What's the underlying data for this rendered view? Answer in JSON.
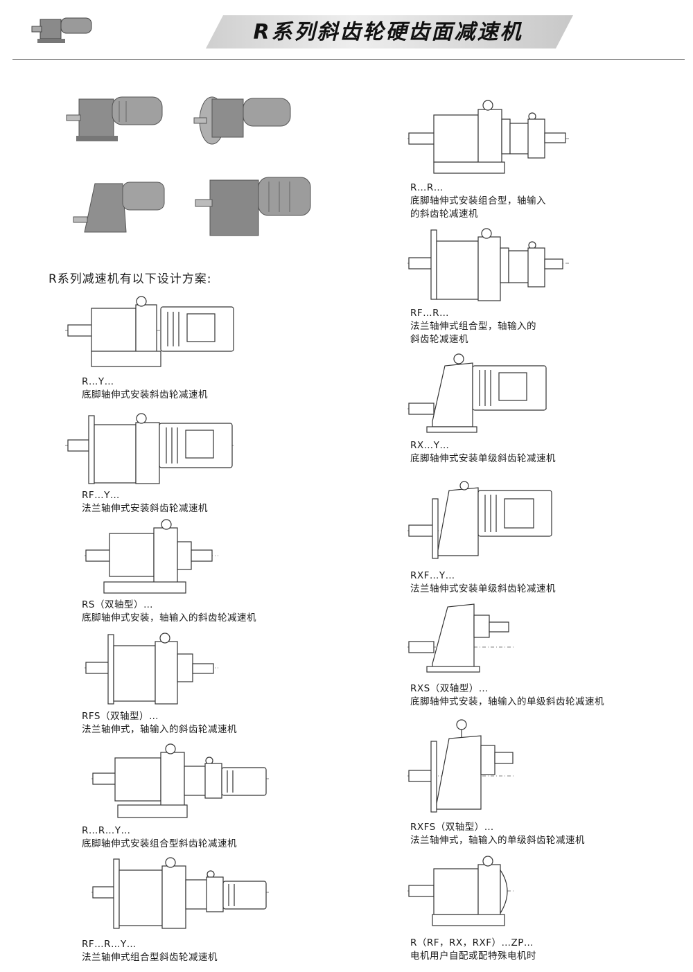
{
  "header": {
    "title": "R系列斜齿轮硬齿面减速机"
  },
  "intro": "R系列减速机有以下设计方案:",
  "left_items": [
    {
      "code": "R…Y…",
      "desc": [
        "底脚轴伸式安装斜齿轮减速机"
      ]
    },
    {
      "code": "RF…Y…",
      "desc": [
        "法兰轴伸式安装斜齿轮减速机"
      ]
    },
    {
      "code": "RS（双轴型）…",
      "desc": [
        "底脚轴伸式安装，轴输入的斜齿轮减速机"
      ]
    },
    {
      "code": "RFS（双轴型）…",
      "desc": [
        "法兰轴伸式，轴输入的斜齿轮减速机"
      ]
    },
    {
      "code": "R…R…Y…",
      "desc": [
        "底脚轴伸式安装组合型斜齿轮减速机"
      ]
    },
    {
      "code": "RF…R…Y…",
      "desc": [
        "法兰轴伸式组合型斜齿轮减速机"
      ]
    }
  ],
  "right_items": [
    {
      "code": "R…R…",
      "desc": [
        "底脚轴伸式安装组合型，轴输入",
        "的斜齿轮减速机"
      ]
    },
    {
      "code": "RF…R…",
      "desc": [
        "法兰轴伸式组合型，轴输入的",
        "斜齿轮减速机"
      ]
    },
    {
      "code": "RX…Y…",
      "desc": [
        "底脚轴伸式安装单级斜齿轮减速机"
      ]
    },
    {
      "code": "RXF…Y…",
      "desc": [
        "法兰轴伸式安装单级斜齿轮减速机"
      ]
    },
    {
      "code": "RXS（双轴型）…",
      "desc": [
        "底脚轴伸式安装，轴输入的单级斜齿轮减速机"
      ]
    },
    {
      "code": "RXFS（双轴型）…",
      "desc": [
        "法兰轴伸式，轴输入的单级斜齿轮减速机"
      ]
    },
    {
      "code": "R（RF，RX，RXF）…ZP…",
      "desc": [
        "电机用户自配或配特殊电机时"
      ]
    }
  ]
}
